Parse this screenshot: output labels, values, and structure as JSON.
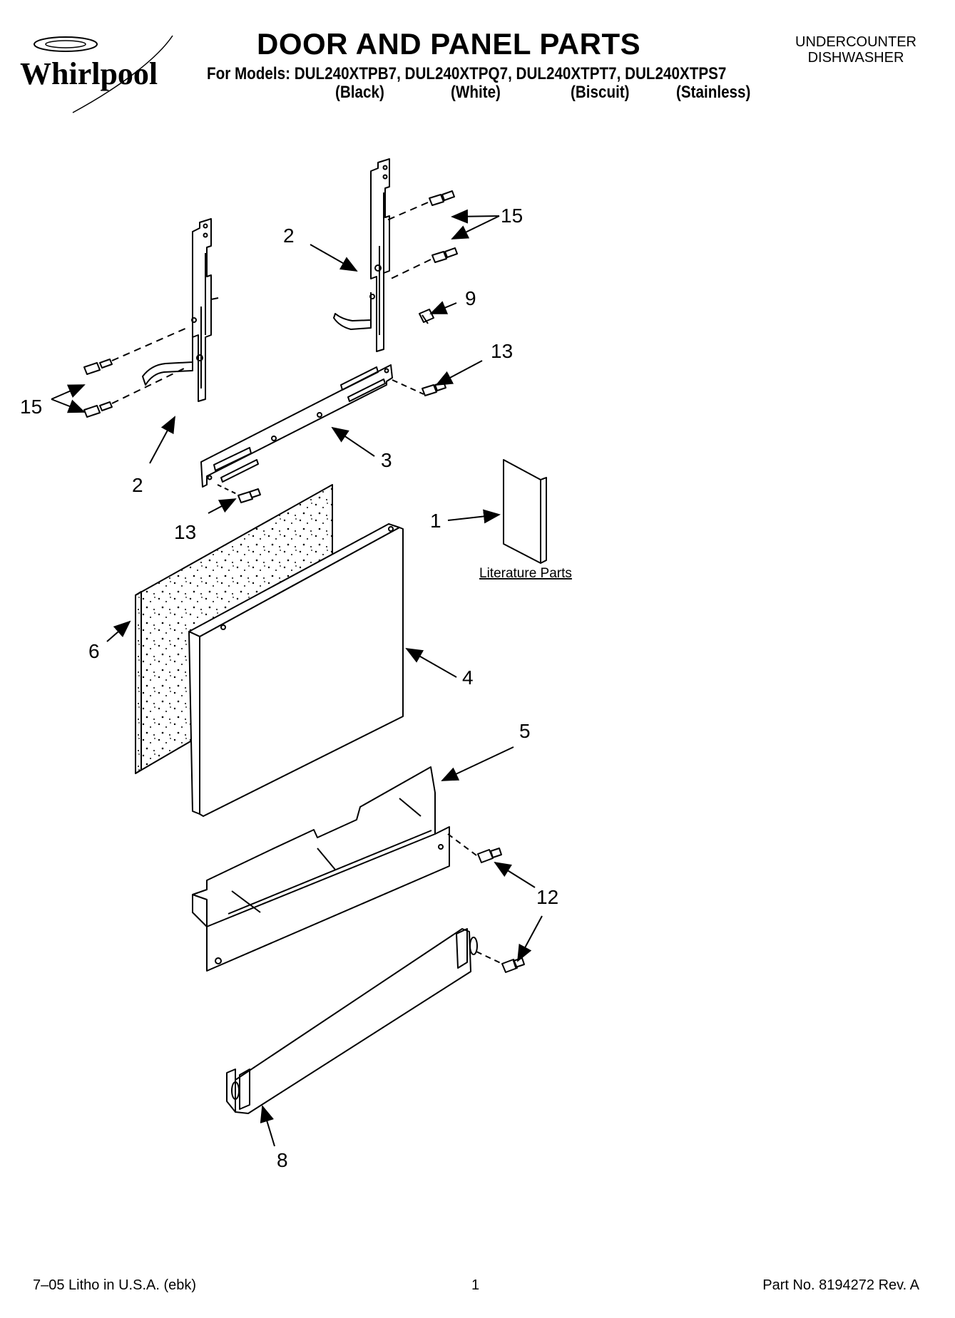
{
  "header": {
    "brand": "Whirlpool",
    "title": "DOOR AND PANEL PARTS",
    "models_line": "For Models: DUL240XTPB7, DUL240XTPQ7, DUL240XTPT7, DUL240XTPS7",
    "colors": [
      "(Black)",
      "(White)",
      "(Biscuit)",
      "(Stainless)"
    ],
    "product_type_line1": "UNDERCOUNTER",
    "product_type_line2": "DISHWASHER"
  },
  "diagram": {
    "callouts": {
      "c15_top": "15",
      "c2_top": "2",
      "c9": "9",
      "c13_top": "13",
      "c15_left": "15",
      "c2_left": "2",
      "c3": "3",
      "c1": "1",
      "c13_left": "13",
      "c6": "6",
      "c4": "4",
      "c5": "5",
      "c12": "12",
      "c8": "8"
    },
    "literature_label": "Literature Parts"
  },
  "footer": {
    "left": "7–05 Litho in U.S.A. (ebk)",
    "page_number": "1",
    "part_number": "Part No. 8194272 Rev. A"
  }
}
